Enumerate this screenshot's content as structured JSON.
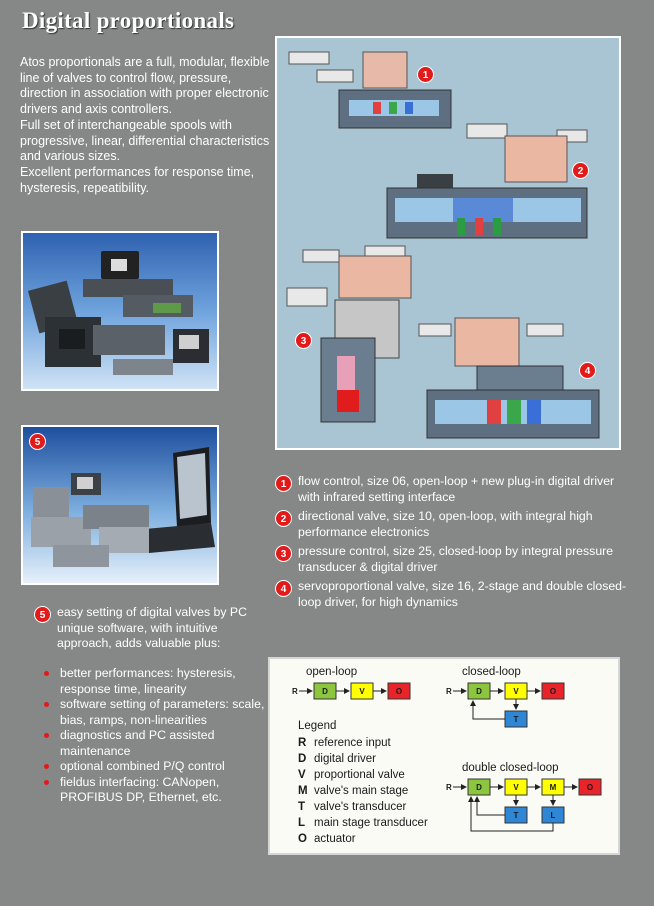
{
  "page": {
    "title": "Digital proportionals",
    "intro": [
      "Atos proportionals are a full, modular, flexible line of valves to control flow, pressure, direction in association with proper electronic drivers and axis controllers.",
      "Full set of interchangeable spools with progressive, linear, differential characteristics and various sizes.",
      "Excellent performances for response time, hysteresis, repeatibility."
    ]
  },
  "panel": {
    "badges": [
      "1",
      "2",
      "3",
      "4"
    ]
  },
  "photo2": {
    "badge": "5"
  },
  "captions": [
    {
      "num": "1",
      "text": "flow control, size 06, open-loop + new plug-in digital driver with infrared setting interface"
    },
    {
      "num": "2",
      "text": "directional valve, size 10, open-loop, with integral high performance electronics"
    },
    {
      "num": "3",
      "text": "pressure control, size 25, closed-loop by integral pressure transducer & digital driver"
    },
    {
      "num": "4",
      "text": "servoproportional valve, size 16, 2-stage and double closed-loop driver, for high dynamics"
    }
  ],
  "easy": {
    "num": "5",
    "text": "easy setting of digital valves by PC unique software, with intuitive approach, adds valuable plus:"
  },
  "bullets": [
    "better performances: hysteresis, response time, linearity",
    "software setting of parameters: scale, bias, ramps, non-linearities",
    "diagnostics and PC assisted maintenance",
    "optional combined P/Q control",
    "fieldus interfacing: CANopen, PROFIBUS DP, Ethernet, etc."
  ],
  "diagram": {
    "open_loop": {
      "title": "open-loop",
      "input": "R",
      "blocks": [
        "D",
        "V",
        "O"
      ]
    },
    "closed_loop": {
      "title": "closed-loop",
      "input": "R",
      "blocks": [
        "D",
        "V",
        "O"
      ],
      "feedback": "T"
    },
    "double_closed_loop": {
      "title": "double closed-loop",
      "input": "R",
      "blocks": [
        "D",
        "V",
        "M",
        "O"
      ],
      "feedback": [
        "T",
        "L"
      ]
    },
    "legend_title": "Legend",
    "legend": [
      {
        "key": "R",
        "desc": "reference input"
      },
      {
        "key": "D",
        "desc": "digital driver"
      },
      {
        "key": "V",
        "desc": "proportional valve"
      },
      {
        "key": "M",
        "desc": "valve's main stage"
      },
      {
        "key": "T",
        "desc": "valve's transducer"
      },
      {
        "key": "L",
        "desc": "main stage transducer"
      },
      {
        "key": "O",
        "desc": "actuator"
      }
    ],
    "colors": {
      "D": "#8cc63f",
      "V": "#ffff00",
      "M": "#ffff00",
      "O": "#e8242a",
      "T": "#2f86d4",
      "L": "#2f86d4"
    }
  }
}
